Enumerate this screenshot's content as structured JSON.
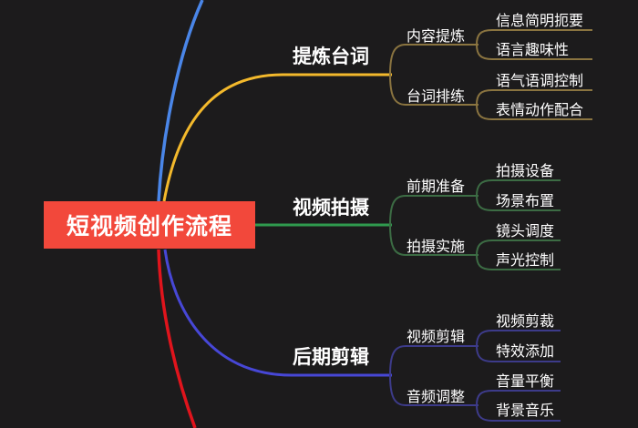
{
  "colors": {
    "background": "#1c1b1c",
    "root_fill": "#f2483b",
    "branch_top": "#4a86e8",
    "branch_script": "#f3b92c",
    "branch_shoot": "#2f9a4e",
    "branch_edit": "#4747d6",
    "branch_bottom": "#e0141c",
    "script_sub": "#8a7440",
    "shoot_sub": "#3c6c44",
    "edit_sub": "#3d3b8a"
  },
  "mindmap": {
    "root": {
      "label": "短视频创作流程"
    },
    "branches": [
      {
        "label": "提炼台词",
        "children": [
          {
            "label": "内容提炼",
            "children": [
              {
                "label": "信息简明扼要"
              },
              {
                "label": "语言趣味性"
              }
            ]
          },
          {
            "label": "台词排练",
            "children": [
              {
                "label": "语气语调控制"
              },
              {
                "label": "表情动作配合"
              }
            ]
          }
        ]
      },
      {
        "label": "视频拍摄",
        "children": [
          {
            "label": "前期准备",
            "children": [
              {
                "label": "拍摄设备"
              },
              {
                "label": "场景布置"
              }
            ]
          },
          {
            "label": "拍摄实施",
            "children": [
              {
                "label": "镜头调度"
              },
              {
                "label": "声光控制"
              }
            ]
          }
        ]
      },
      {
        "label": "后期剪辑",
        "children": [
          {
            "label": "视频剪辑",
            "children": [
              {
                "label": "视频剪裁"
              },
              {
                "label": "特效添加"
              }
            ]
          },
          {
            "label": "音频调整",
            "children": [
              {
                "label": "音量平衡"
              },
              {
                "label": "背景音乐"
              }
            ]
          }
        ]
      }
    ]
  }
}
